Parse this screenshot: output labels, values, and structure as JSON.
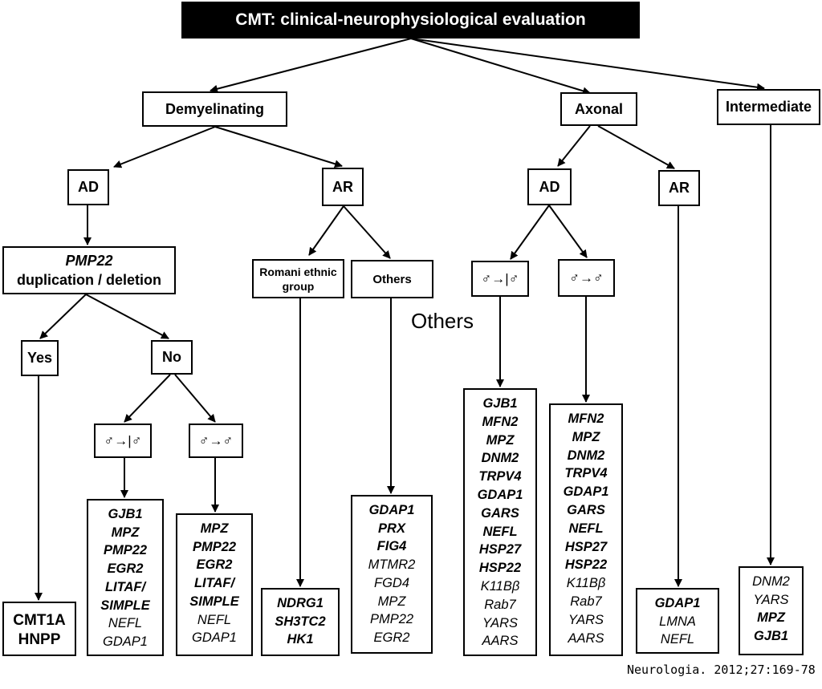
{
  "title": "CMT: clinical-neurophysiological evaluation",
  "nodes": {
    "demyelinating": "Demyelinating",
    "axonal": "Axonal",
    "intermediate": "Intermediate",
    "dem_ad": "AD",
    "dem_ar": "AR",
    "ax_ad": "AD",
    "ax_ar": "AR",
    "pmp22_line1": "PMP22",
    "pmp22_line2": "duplication / deletion",
    "romani": "Romani ethnic group",
    "others_box": "Others",
    "yes": "Yes",
    "no": "No",
    "male_to_male_blocked": "♂→|♂",
    "male_to_male": "♂→♂"
  },
  "floating_text": "Others",
  "lists": {
    "cmt1a": [
      {
        "t": "CMT1A",
        "b": true
      },
      {
        "t": "HNPP",
        "b": true
      }
    ],
    "no_left": [
      {
        "t": "GJB1",
        "b": true
      },
      {
        "t": "MPZ",
        "b": true
      },
      {
        "t": "PMP22",
        "b": true
      },
      {
        "t": "EGR2",
        "b": true
      },
      {
        "t": "LITAF/",
        "b": true
      },
      {
        "t": "SIMPLE",
        "b": true
      },
      {
        "t": "NEFL",
        "b": false
      },
      {
        "t": "GDAP1",
        "b": false
      }
    ],
    "no_right": [
      {
        "t": "MPZ",
        "b": true
      },
      {
        "t": "PMP22",
        "b": true
      },
      {
        "t": "EGR2",
        "b": true
      },
      {
        "t": "LITAF/",
        "b": true
      },
      {
        "t": "SIMPLE",
        "b": true
      },
      {
        "t": "NEFL",
        "b": false
      },
      {
        "t": "GDAP1",
        "b": false
      }
    ],
    "romani": [
      {
        "t": "NDRG1",
        "b": true
      },
      {
        "t": "SH3TC2",
        "b": true
      },
      {
        "t": "HK1",
        "b": true
      }
    ],
    "ar_others": [
      {
        "t": "GDAP1",
        "b": true
      },
      {
        "t": "PRX",
        "b": true
      },
      {
        "t": "FIG4",
        "b": true
      },
      {
        "t": "MTMR2",
        "b": false
      },
      {
        "t": "FGD4",
        "b": false
      },
      {
        "t": "MPZ",
        "b": false
      },
      {
        "t": "PMP22",
        "b": false
      },
      {
        "t": "EGR2",
        "b": false
      }
    ],
    "ax_ad_left": [
      {
        "t": "GJB1",
        "b": true
      },
      {
        "t": "MFN2",
        "b": true
      },
      {
        "t": "MPZ",
        "b": true
      },
      {
        "t": "DNM2",
        "b": true
      },
      {
        "t": "TRPV4",
        "b": true
      },
      {
        "t": "GDAP1",
        "b": true
      },
      {
        "t": "GARS",
        "b": true
      },
      {
        "t": "NEFL",
        "b": true
      },
      {
        "t": "HSP27",
        "b": true
      },
      {
        "t": "HSP22",
        "b": true
      },
      {
        "t": "K11Bβ",
        "b": false
      },
      {
        "t": "Rab7",
        "b": false
      },
      {
        "t": "YARS",
        "b": false
      },
      {
        "t": "AARS",
        "b": false
      }
    ],
    "ax_ad_right": [
      {
        "t": "MFN2",
        "b": true
      },
      {
        "t": "MPZ",
        "b": true
      },
      {
        "t": "DNM2",
        "b": true
      },
      {
        "t": "TRPV4",
        "b": true
      },
      {
        "t": "GDAP1",
        "b": true
      },
      {
        "t": "GARS",
        "b": true
      },
      {
        "t": "NEFL",
        "b": true
      },
      {
        "t": "HSP27",
        "b": true
      },
      {
        "t": "HSP22",
        "b": true
      },
      {
        "t": "K11Bβ",
        "b": false
      },
      {
        "t": "Rab7",
        "b": false
      },
      {
        "t": "YARS",
        "b": false
      },
      {
        "t": "AARS",
        "b": false
      }
    ],
    "ax_ar": [
      {
        "t": "GDAP1",
        "b": true
      },
      {
        "t": "LMNA",
        "b": false
      },
      {
        "t": "NEFL",
        "b": false
      }
    ],
    "intermediate": [
      {
        "t": "DNM2",
        "b": false
      },
      {
        "t": "YARS",
        "b": false
      },
      {
        "t": "MPZ",
        "b": true
      },
      {
        "t": "GJB1",
        "b": true
      }
    ]
  },
  "citation": "Neurologia. 2012;27:169-78"
}
